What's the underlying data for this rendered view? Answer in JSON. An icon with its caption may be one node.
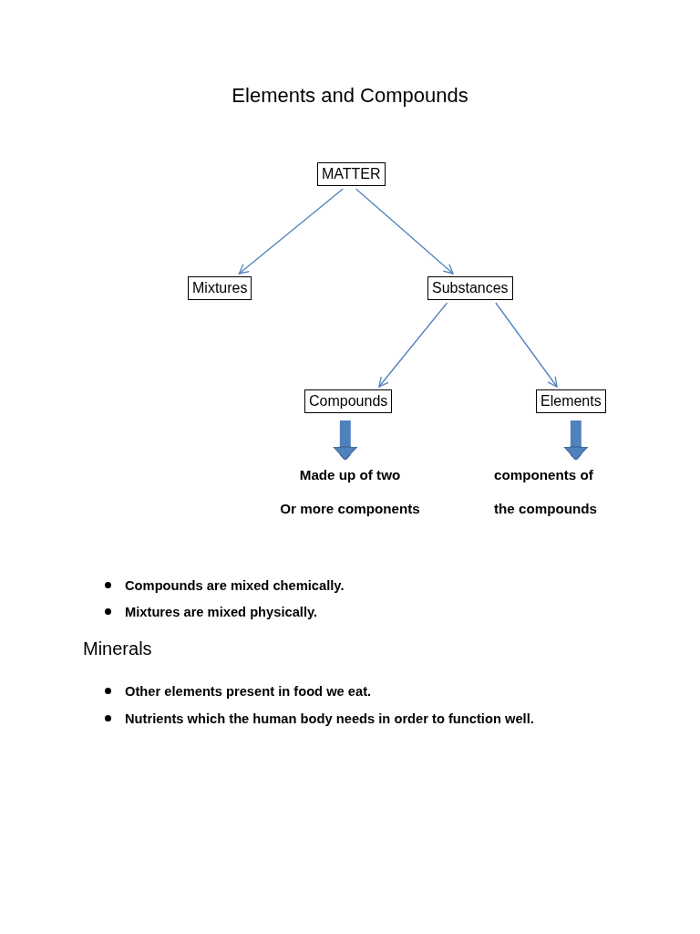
{
  "diagram": {
    "title": "Elements and Compounds",
    "nodes": [
      {
        "text": [
          "MATTER"
        ]
      },
      {
        "text": [
          "Mixtures"
        ]
      },
      {
        "text": [
          "Substances"
        ]
      },
      {
        "text": [
          "Compounds"
        ]
      },
      {
        "text": [
          "Elements"
        ]
      },
      {
        "text": [
          "Made up of two",
          "Or more components"
        ]
      },
      {
        "text": [
          "components of",
          "the compounds"
        ]
      }
    ],
    "edges": [
      {
        "from": 0,
        "to": 1,
        "arrow": "to"
      },
      {
        "from": 0,
        "to": 2,
        "arrow": "to"
      },
      {
        "from": 2,
        "to": 3,
        "arrow": "to"
      },
      {
        "from": 2,
        "to": 4,
        "arrow": "to"
      },
      {
        "from": 3,
        "to": 5,
        "arrow": "to",
        "style": "thick"
      },
      {
        "from": 4,
        "to": 6,
        "arrow": "to",
        "style": "thick"
      }
    ],
    "labels": [
      "Compounds are mixed chemically.",
      "Mixtures are mixed physically.",
      "Minerals",
      "Other elements present in food we eat.",
      "Nutrients which the human body needs in order to function well."
    ]
  }
}
